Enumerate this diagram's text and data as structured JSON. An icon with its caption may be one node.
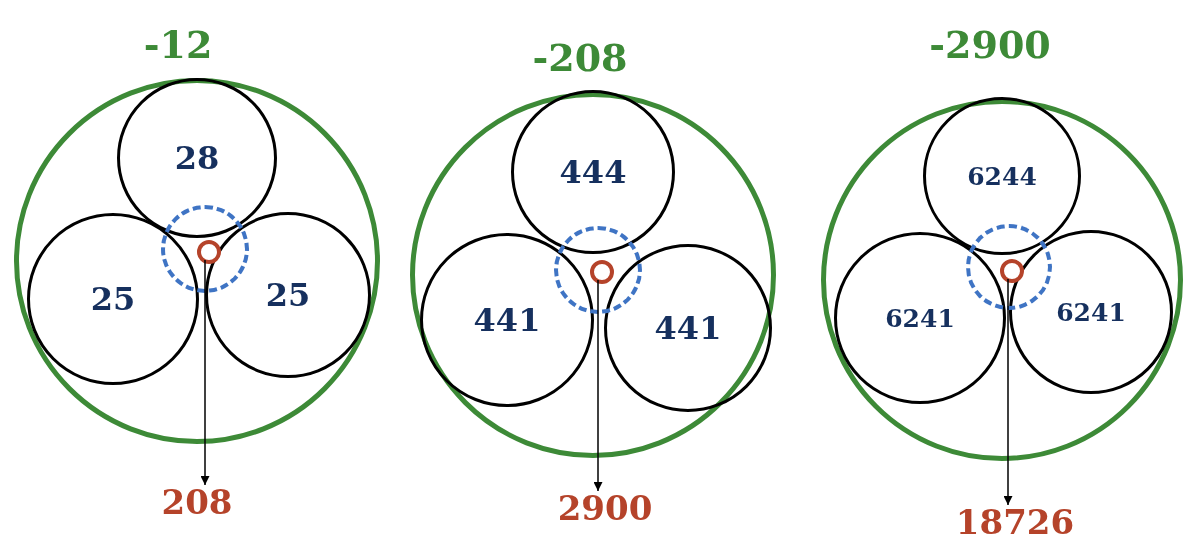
{
  "diagram": {
    "nodes": [
      {
        "text": [
          "-12"
        ]
      },
      {
        "text": [
          "28"
        ],
        "in": 0
      },
      {
        "text": [
          "25"
        ],
        "in": 0
      },
      {
        "text": [
          "25"
        ],
        "in": 0
      },
      {
        "text": [],
        "shape": "circle",
        "in": 0
      },
      {
        "text": [],
        "shape": "circle",
        "in": 4
      },
      {
        "text": [
          "208"
        ]
      },
      {
        "text": [
          "-208"
        ]
      },
      {
        "text": [
          "444"
        ],
        "in": 7
      },
      {
        "text": [
          "441"
        ],
        "in": 7
      },
      {
        "text": [
          "441"
        ],
        "in": 7
      },
      {
        "text": [],
        "shape": "circle",
        "in": 7
      },
      {
        "text": [],
        "shape": "circle",
        "in": 11
      },
      {
        "text": [
          "2900"
        ]
      },
      {
        "text": [
          "-2900"
        ]
      },
      {
        "text": [
          "6244"
        ],
        "in": 14
      },
      {
        "text": [
          "6241"
        ],
        "in": 14
      },
      {
        "text": [
          "6241"
        ],
        "in": 14
      },
      {
        "text": [],
        "shape": "circle",
        "in": 14
      },
      {
        "text": [],
        "shape": "circle",
        "in": 18
      },
      {
        "text": [
          "18726"
        ]
      }
    ],
    "edges": [
      {
        "from": 5,
        "to": 6,
        "arrow": "to"
      },
      {
        "from": 12,
        "to": 13,
        "arrow": "to"
      },
      {
        "from": 19,
        "to": 20,
        "arrow": "to"
      }
    ]
  }
}
